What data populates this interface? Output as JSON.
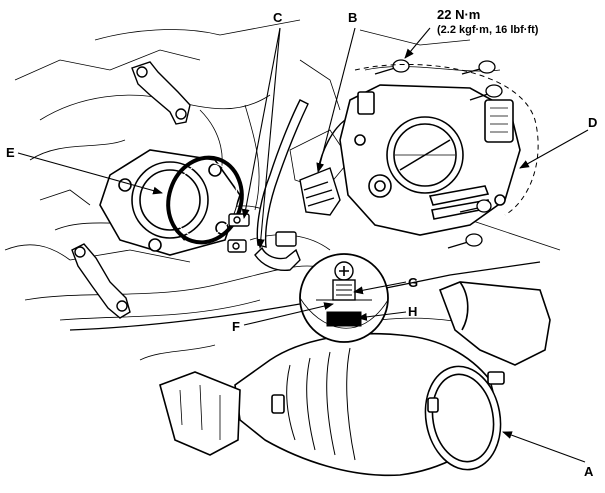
{
  "torque_spec": {
    "line1": "22 N·m",
    "line2": "(2.2 kgf·m, 16 lbf·ft)"
  },
  "callouts": {
    "A": "A",
    "B": "B",
    "C": "C",
    "D": "D",
    "E": "E",
    "F": "F",
    "G": "G",
    "H": "H"
  }
}
